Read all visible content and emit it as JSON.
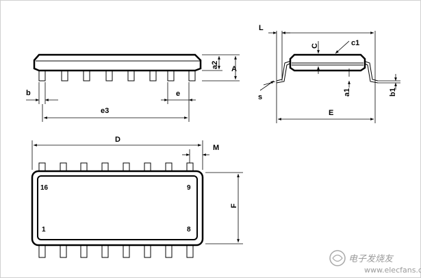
{
  "dimensions": {
    "A": "A",
    "a1": "a1",
    "a2": "a2",
    "b": "b",
    "b1": "b1",
    "C": "C",
    "c1": "c1",
    "D": "D",
    "E": "E",
    "e": "e",
    "e3": "e3",
    "F": "F",
    "L": "L",
    "M": "M",
    "s": "s"
  },
  "pins": {
    "p16": "16",
    "p9": "9",
    "p1": "1",
    "p8": "8"
  },
  "watermark": {
    "text": "电子发烧友",
    "url": "www.elecfans.com"
  }
}
